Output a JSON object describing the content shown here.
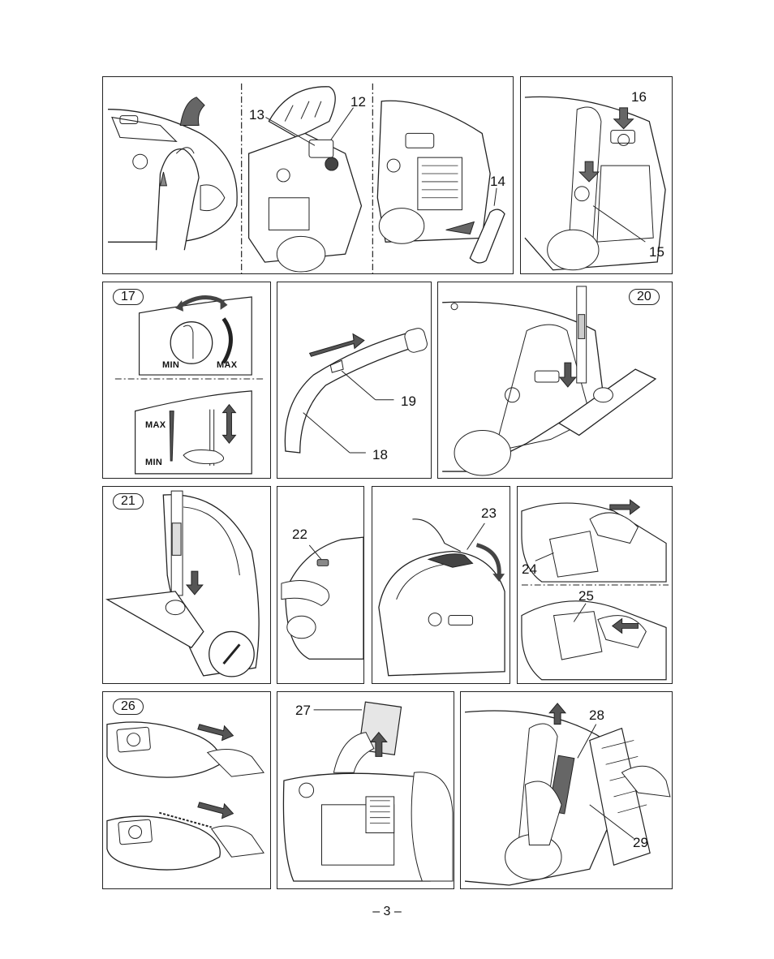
{
  "row1": {
    "panel_a": {
      "callouts": [
        "13",
        "12",
        "14"
      ]
    },
    "panel_b": {
      "callouts": [
        "16",
        "15"
      ]
    }
  },
  "row2": {
    "fig17": {
      "tag": "17",
      "dial_min": "MIN",
      "dial_max": "MAX",
      "slider_max": "MAX",
      "slider_min": "MIN"
    },
    "fig18_19": {
      "callout_19": "19",
      "callout_18": "18"
    },
    "fig20": {
      "tag": "20"
    }
  },
  "row3": {
    "fig21": {
      "tag": "21"
    },
    "fig22": {
      "callout": "22"
    },
    "fig23": {
      "callout": "23"
    },
    "fig24_25": {
      "callout_24": "24",
      "callout_25": "25"
    }
  },
  "row4": {
    "fig26": {
      "tag": "26"
    },
    "fig27": {
      "callout": "27"
    },
    "fig28_29": {
      "callout_28": "28",
      "callout_29": "29"
    }
  },
  "footer": {
    "page_number": "– 3 –"
  },
  "colors": {
    "line": "#222222",
    "arrow_fill": "#666666"
  }
}
